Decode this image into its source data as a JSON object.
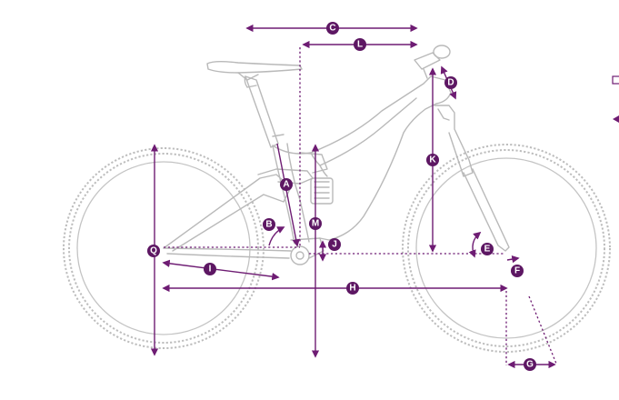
{
  "labels": {
    "a": "A",
    "b": "B",
    "c": "C",
    "d": "D",
    "e": "E",
    "f": "F",
    "g": "G",
    "h": "H",
    "i": "I",
    "j": "J",
    "k": "K",
    "l": "L",
    "m": "M",
    "q": "Q"
  },
  "colors": {
    "dimension": "#6e1c73",
    "badge": "#5d1763",
    "bike": "#b9b9b9"
  }
}
